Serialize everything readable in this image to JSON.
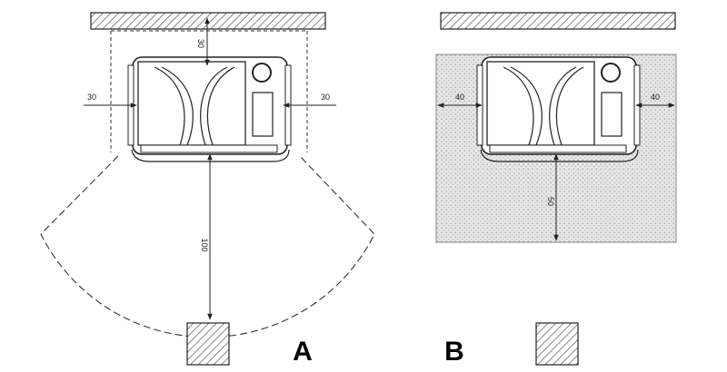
{
  "panels": {
    "a": {
      "label": "A",
      "dim_top": "30",
      "dim_left": "30",
      "dim_right": "30",
      "dim_front": "100"
    },
    "b": {
      "label": "B",
      "dim_left": "40",
      "dim_right": "40",
      "dim_front": "50"
    }
  },
  "colors": {
    "line": "#222222",
    "hatch": "#555555",
    "stipple_fill": "#e4e4e4",
    "stipple_dot": "#9a9a9a"
  }
}
